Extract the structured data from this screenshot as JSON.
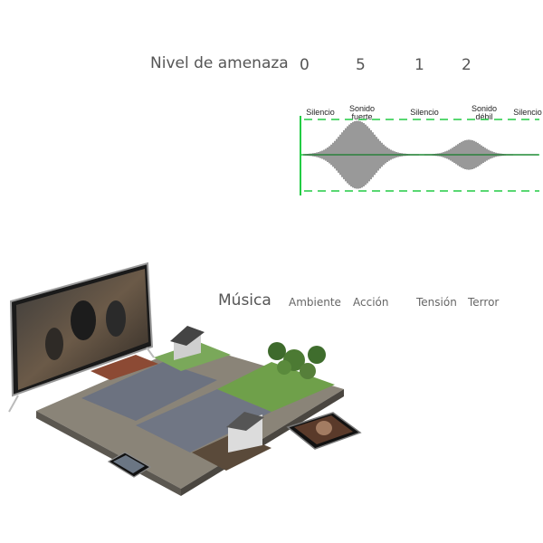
{
  "threat": {
    "label": "Nivel de amenaza",
    "levels": [
      "0",
      "5",
      "1",
      "2"
    ]
  },
  "waveform": {
    "labels": [
      "Silencio",
      "Sonido fuerte",
      "Silencio",
      "Sonido débil",
      "Silencio"
    ],
    "axis_color": "#22cc44"
  },
  "music": {
    "label": "Música",
    "moods": [
      "Ambiente",
      "Acción",
      "Tensión",
      "Terror"
    ]
  },
  "illustration": {
    "name": "tabletop game board with TV and tablets",
    "icons": [
      "tv-icon",
      "tablet-icon",
      "phone-icon",
      "house-icon",
      "tree-icon"
    ]
  }
}
